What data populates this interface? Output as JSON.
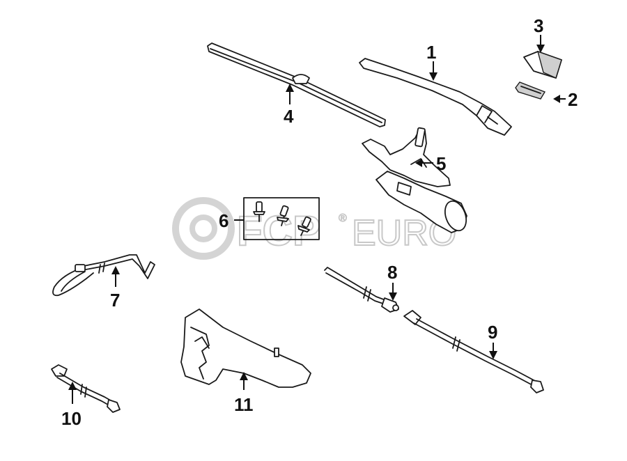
{
  "watermark": {
    "brand": "FCP",
    "suffix": "EURO",
    "mark": "®"
  },
  "callouts": [
    "1",
    "2",
    "3",
    "4",
    "5",
    "6",
    "7",
    "8",
    "9",
    "10",
    "11"
  ]
}
